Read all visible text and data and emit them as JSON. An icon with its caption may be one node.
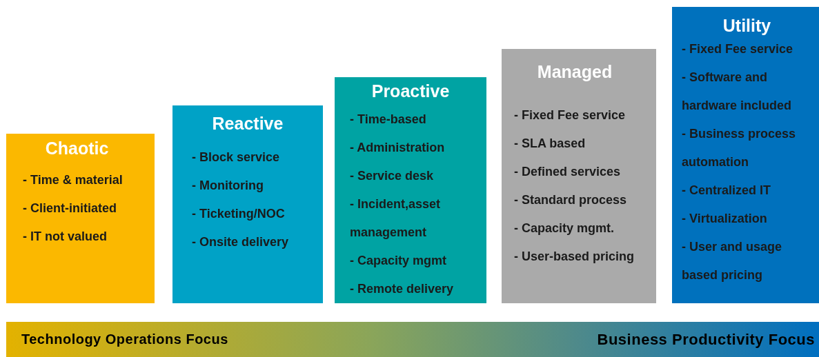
{
  "diagram": {
    "nodes": [
      {
        "text": [
          "Chaotic",
          "- Time & material",
          "- Client-initiated",
          "- IT not valued"
        ]
      },
      {
        "text": [
          "Reactive",
          "- Block service",
          "- Monitoring",
          "- Ticketing/NOC",
          "- Onsite delivery"
        ]
      },
      {
        "text": [
          "Proactive",
          "- Time-based",
          "- Administration",
          "- Service desk",
          "- Incident,asset management",
          "- Capacity mgmt",
          "- Remote delivery"
        ]
      },
      {
        "text": [
          "Managed",
          "- Fixed Fee service",
          "- SLA based",
          "- Defined services",
          "- Standard process",
          "- Capacity mgmt.",
          "- User-based pricing"
        ]
      },
      {
        "text": [
          "Utility",
          "- Fixed Fee service",
          "- Software and hardware included",
          "- Business process automation",
          "- Centralized IT",
          "- Virtualization",
          "- User and usage based pricing"
        ]
      },
      {
        "text": [
          "Technology Operations Focus",
          "Business Productivity Focus"
        ]
      }
    ],
    "edges": []
  }
}
